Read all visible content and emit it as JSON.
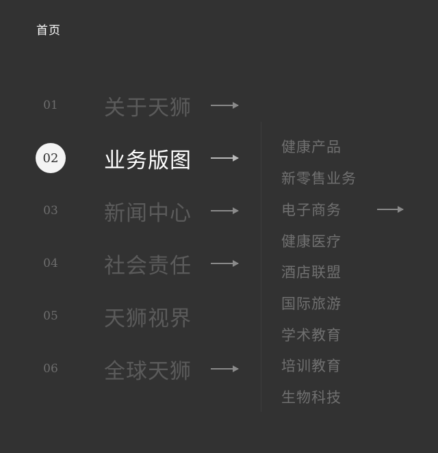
{
  "header": {
    "home_label": "首页"
  },
  "main_menu": {
    "items": [
      {
        "num": "01",
        "label": "关于天狮",
        "has_arrow": true,
        "active": false
      },
      {
        "num": "02",
        "label": "业务版图",
        "has_arrow": true,
        "active": true
      },
      {
        "num": "03",
        "label": "新闻中心",
        "has_arrow": true,
        "active": false
      },
      {
        "num": "04",
        "label": "社会责任",
        "has_arrow": true,
        "active": false
      },
      {
        "num": "05",
        "label": "天狮视界",
        "has_arrow": false,
        "active": false
      },
      {
        "num": "06",
        "label": "全球天狮",
        "has_arrow": true,
        "active": false
      }
    ]
  },
  "submenu": {
    "items": [
      {
        "label": "健康产品"
      },
      {
        "label": "新零售业务"
      },
      {
        "label": "电子商务",
        "has_arrow": true
      },
      {
        "label": "健康医疗"
      },
      {
        "label": "酒店联盟"
      },
      {
        "label": "国际旅游"
      },
      {
        "label": "学术教育"
      },
      {
        "label": "培训教育"
      },
      {
        "label": "生物科技"
      }
    ]
  },
  "colors": {
    "background": "#323232",
    "active_text": "#ffffff",
    "inactive_text": "#5b5b5b",
    "submenu_text": "#707070"
  }
}
